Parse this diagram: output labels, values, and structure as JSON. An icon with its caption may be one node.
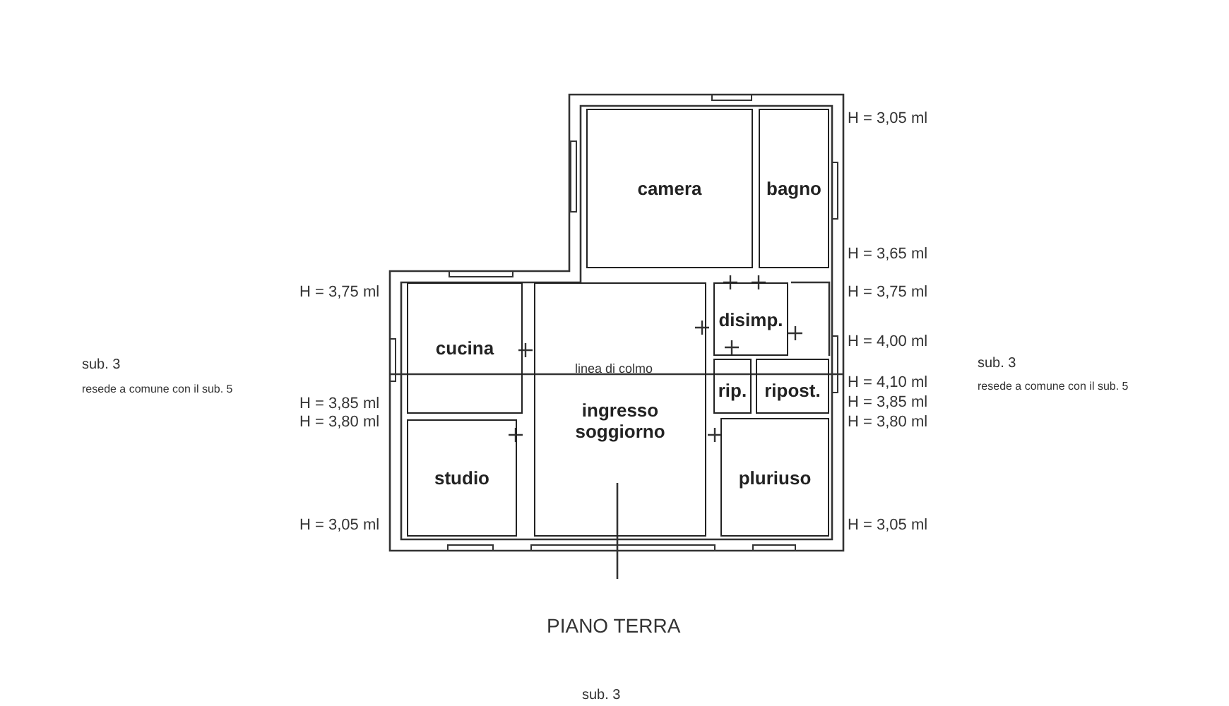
{
  "diagram": {
    "title": "PIANO TERRA",
    "nodes": [
      {
        "text": [
          "camera"
        ]
      },
      {
        "text": [
          "bagno"
        ]
      },
      {
        "text": [
          "cucina"
        ]
      },
      {
        "text": [
          "disimp."
        ]
      },
      {
        "text": [
          "rip."
        ]
      },
      {
        "text": [
          "ripost."
        ]
      },
      {
        "text": [
          "studio"
        ]
      },
      {
        "text": [
          "ingresso soggiorno"
        ]
      },
      {
        "text": [
          "pluriuso"
        ]
      }
    ],
    "labels": [
      "H = 3,05 ml",
      "H = 3,65 ml",
      "H = 3,75 ml",
      "H = 3,75 ml",
      "H = 4,00 ml",
      "sub. 3",
      "sub. 3",
      "linea di colmo",
      "resede a comune con il sub. 5",
      "resede a comune con il sub. 5",
      "H = 4,10 ml",
      "H = 3,85 ml",
      "H = 3,85 ml",
      "H = 3,80 ml",
      "H = 3,80 ml",
      "H = 3,05 ml",
      "H = 3,05 ml",
      "sub. 3"
    ]
  }
}
